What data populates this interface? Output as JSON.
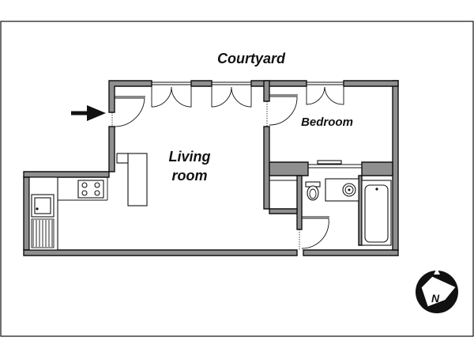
{
  "labels": {
    "courtyard": "Courtyard",
    "living_line1": "Living",
    "living_line2": "room",
    "bedroom": "Bedroom",
    "compass": "N"
  }
}
